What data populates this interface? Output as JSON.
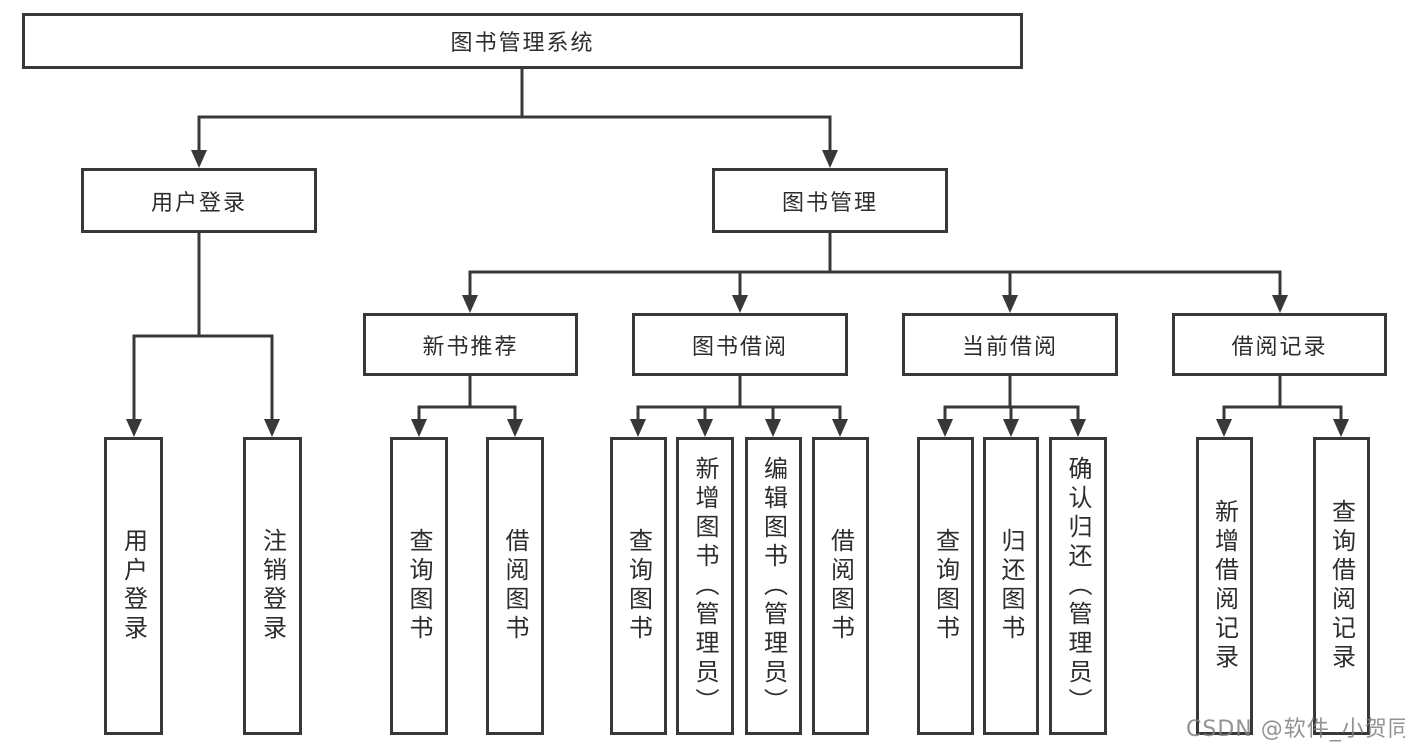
{
  "diagram": {
    "type": "tree",
    "colors": {
      "line": "#383838",
      "box_border": "#383838",
      "box_fill": "#ffffff",
      "text": "#2d2d2d",
      "watermark": "#9b9b9b",
      "background": "#ffffff"
    },
    "root": {
      "label": "图书管理系统"
    },
    "level2": [
      {
        "label": "用户登录"
      },
      {
        "label": "图书管理"
      }
    ],
    "level3": [
      {
        "label": "新书推荐",
        "parent": "图书管理"
      },
      {
        "label": "图书借阅",
        "parent": "图书管理"
      },
      {
        "label": "当前借阅",
        "parent": "图书管理"
      },
      {
        "label": "借阅记录",
        "parent": "图书管理"
      }
    ],
    "leaves": [
      {
        "label": "用户登录",
        "parent": "用户登录"
      },
      {
        "label": "注销登录",
        "parent": "用户登录"
      },
      {
        "label": "查询图书",
        "parent": "新书推荐"
      },
      {
        "label": "借阅图书",
        "parent": "新书推荐"
      },
      {
        "label": "查询图书",
        "parent": "图书借阅"
      },
      {
        "label": "新增图书（管理员）",
        "parent": "图书借阅"
      },
      {
        "label": "编辑图书（管理员）",
        "parent": "图书借阅"
      },
      {
        "label": "借阅图书",
        "parent": "图书借阅"
      },
      {
        "label": "查询图书",
        "parent": "当前借阅"
      },
      {
        "label": "归还图书",
        "parent": "当前借阅"
      },
      {
        "label": "确认归还（管理员）",
        "parent": "当前借阅"
      },
      {
        "label": "新增借阅记录",
        "parent": "借阅记录"
      },
      {
        "label": "查询借阅记录",
        "parent": "借阅记录"
      }
    ]
  },
  "watermark": {
    "text": "CSDN @软件_小贺同学"
  }
}
